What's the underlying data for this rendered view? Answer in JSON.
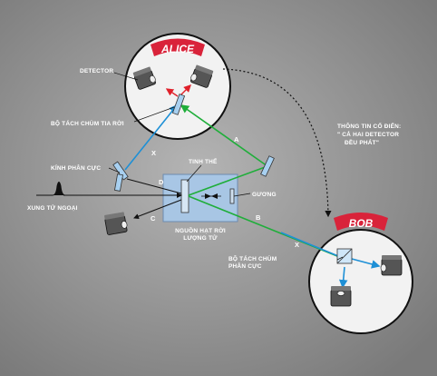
{
  "alice": {
    "name": "ALICE"
  },
  "bob": {
    "name": "BOB"
  },
  "labels": {
    "detector": "DETECTOR",
    "beam_splitter_1": "BỘ TÁCH CHÙM TIA RỜI",
    "polarizer": "KÍNH PHÂN CỰC",
    "pulse": "XUNG TỬ NGOẠI",
    "crystal": "TINH THỂ",
    "mirror": "GƯƠNG",
    "source_line1": "NGUỒN HẠT RỜI",
    "source_line2": "LƯỢNG TỬ",
    "bob_splitter_line1": "BỘ TÁCH CHÙM",
    "bob_splitter_line2": "PHÂN CỰC",
    "classical_line1": "THÔNG TIN CỔ ĐIỂN:",
    "classical_line2": "\" CẢ HAI DETECTOR",
    "classical_line3": "ĐỀU PHÁT\""
  },
  "beams": {
    "a": "A",
    "b": "B",
    "c": "C",
    "d": "D",
    "x1": "X",
    "x2": "X"
  },
  "colors": {
    "background": "#8e8e8e",
    "green_beam": "#1fae3a",
    "blue_beam": "#1e90d6",
    "red_arrow": "#e0202a",
    "ribbon": "#d9233a",
    "source_box": "#a8c8e8"
  }
}
